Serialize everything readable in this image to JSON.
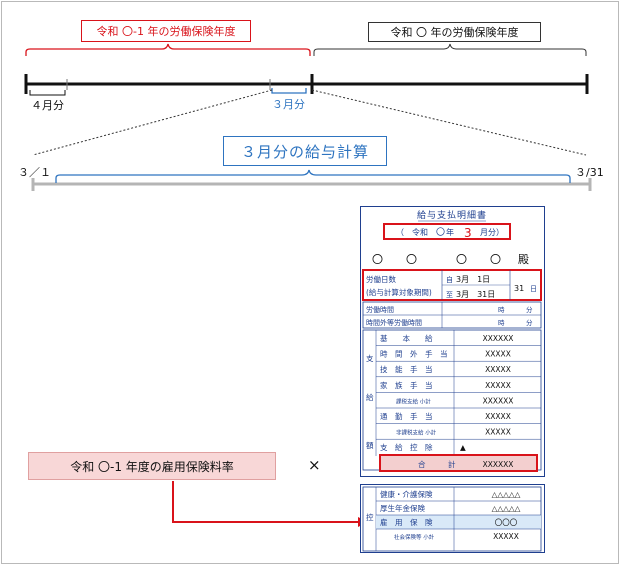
{
  "timeline": {
    "prev_year_label": "令和 〇-1 年の労働保険年度",
    "current_year_label": "令和 〇 年の労働保険年度",
    "april_label": "４月分",
    "march_label": "３月分"
  },
  "march_calc": {
    "title": "３月分の給与計算",
    "start_label": "３／１",
    "end_label": "３/31"
  },
  "payslip": {
    "title": "給与支払明細書",
    "period": {
      "prefix": "（　令和",
      "circle": "〇",
      "year": "年",
      "month": "3",
      "suffix": "月分）"
    },
    "name_marks": [
      "〇",
      "〇",
      "〇",
      "〇"
    ],
    "name_suffix": "殿",
    "work_days_label": "労働日数",
    "calc_period_label": "(給与計算対象期間)",
    "from_label": "自",
    "from_value": "3月　1日",
    "to_label": "至",
    "to_value": "3月　31日",
    "days_value": "31",
    "days_unit": "日",
    "work_hours_label": "労働時間",
    "overtime_label": "時間外等労働時間",
    "hour_unit": "時",
    "minute_unit": "分",
    "pay_section_label": "支給額",
    "pay_items": [
      {
        "label": "基　　本　　給",
        "value": "XXXXXX"
      },
      {
        "label": "時　間　外　手　当",
        "value": "XXXXX"
      },
      {
        "label": "技　能　手　当",
        "value": "XXXXX"
      },
      {
        "label": "家　族　手　当",
        "value": "XXXXX"
      },
      {
        "label": "課税支給 小計",
        "value": "XXXXXX"
      },
      {
        "label": "通　勤　手　当",
        "value": "XXXXX"
      },
      {
        "label": "非課税支給 小計",
        "value": "XXXXX"
      },
      {
        "label": "支　給　控　除",
        "value": "▲"
      }
    ],
    "total_label": "合　　　計",
    "total_value": "XXXXXX",
    "deduction_section_label": "控",
    "deduction_items": [
      {
        "label": "健康・介護保険",
        "value": "△△△△△"
      },
      {
        "label": "厚生年金保険",
        "value": "△△△△△"
      },
      {
        "label": "雇　用　保　険",
        "value": "〇〇〇"
      },
      {
        "label": "社会保険等 小計",
        "value": "XXXXX"
      }
    ]
  },
  "rate_label": "令和 〇-1 年度の雇用保険料率",
  "multiply_sign": "×",
  "colors": {
    "red": "#d9131a",
    "blue": "#2e74c0",
    "navy": "#1f3f8f",
    "pink": "#f8d7d7"
  }
}
